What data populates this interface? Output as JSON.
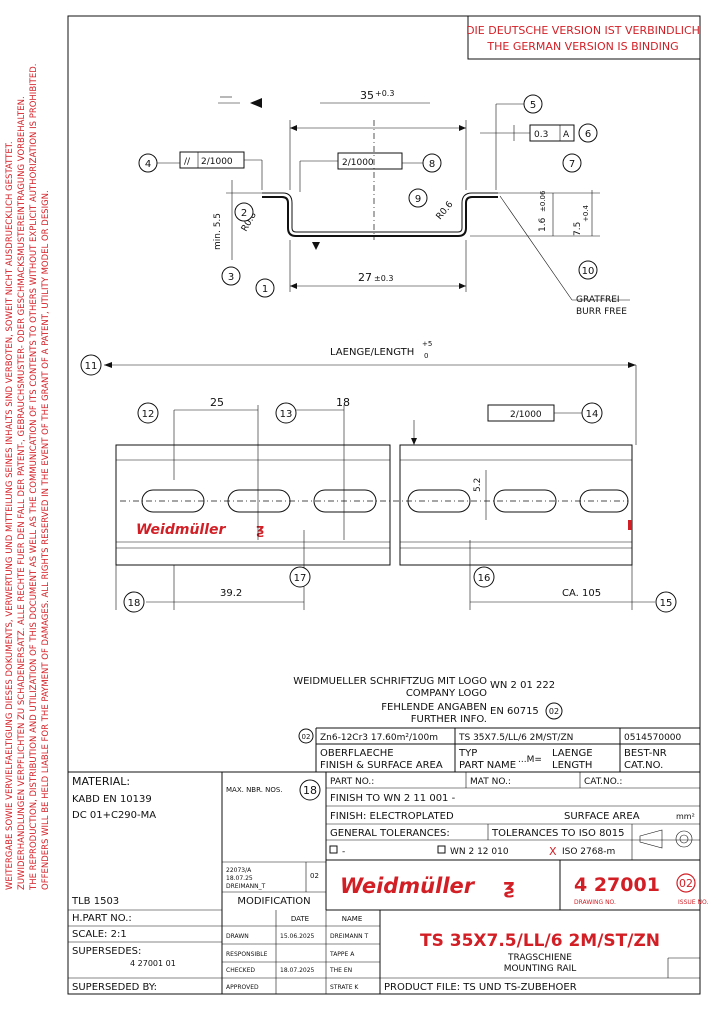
{
  "side_notice": {
    "col1": "WEITERGABE SOWIE VERVIELFAELTIGUNG DIESES DOKUMENTS, VERWERTUNG UND MITTEILUNG SEINES INHALTS SIND VERBOTEN, SOWEIT NICHT AUSDRUECKLICH GESTATTET.",
    "col2": "ZUWIDERHANDLUNGEN VERPFLICHTEN ZU SCHADENERSATZ. ALLE RECHTE FUER DEN FALL DER PATENT-, GEBRAUCHSMUSTER- ODER GESCHMACKSMUSTEREINTRAGUNG VORBEHALTEN.",
    "col3": "THE REPRODUCTION, DISTRIBUTION AND UTILIZATION OF THIS DOCUMENT AS WELL AS THE COMMUNICATION OF ITS CONTENTS TO OTHERS WITHOUT EXPLICIT AUTHORIZATION IS PROHIBITED.",
    "col4": "OFFENDERS WILL BE HELD LIABLE FOR THE PAYMENT OF DAMAGES. ALL RIGHTS RESERVED IN THE EVENT OF THE GRANT OF A PATENT, UTILITY MODEL OR DESIGN."
  },
  "binding_notice": {
    "line1": "DIE DEUTSCHE VERSION IST VERBINDLICH",
    "line2": "THE GERMAN VERSION IS BINDING"
  },
  "profile_view": {
    "dim_width": "35",
    "dim_width_tol": "+0.3",
    "dim_inner": "27",
    "dim_inner_tol": "±0.3",
    "dim_height": "7.5",
    "dim_height_tol": "+0.4",
    "dim_flange": "1.6",
    "dim_flange_tol": "±0.06",
    "dim_min_width": "min. 5.5",
    "radius1": "R0.8",
    "radius2": "R0.6",
    "flatness": "2/1000",
    "straightness": "2/1000",
    "tolerance_frame": "0.3",
    "datum": "A",
    "burr": "GRATFREI",
    "burr_en": "BURR FREE",
    "bubbles": [
      "1",
      "2",
      "3",
      "4",
      "5",
      "6",
      "7",
      "8",
      "9",
      "10"
    ]
  },
  "rail_view": {
    "length_label": "LAENGE/LENGTH",
    "length_tol": "+5",
    "length_tol_low": "0",
    "dim_25": "25",
    "dim_18": "18",
    "dim_slot": "5.2",
    "dim_left": "39.2",
    "dim_right": "CA. 105",
    "flatness": "2/1000",
    "logo": "Weidmüller",
    "bubbles": [
      "11",
      "12",
      "13",
      "14",
      "15",
      "16",
      "17",
      "18"
    ]
  },
  "logo_notes": {
    "line1": "WEIDMUELLER SCHRIFTZUG MIT LOGO",
    "line2": "COMPANY LOGO",
    "line2_ref": "WN 2 01 222",
    "line3": "FEHLENDE ANGABEN",
    "line4": "FURTHER INFO.",
    "line4_ref": "EN 60715",
    "line4_bubble": "02"
  },
  "part_table": {
    "rev": "02",
    "finish": "Zn6-12Cr3 17.60m²/100m",
    "name": "TS 35X7.5/LL/6 2M/ST/ZN",
    "cat_no": "0514570000",
    "h_finish_de": "OBERFLAECHE",
    "h_finish_en": "FINISH & SURFACE AREA",
    "h_type_de": "TYP",
    "h_type_en": "PART NAME",
    "h_dots": "...M=",
    "h_length_de": "LAENGE",
    "h_length_en": "LENGTH",
    "h_cat_de": "BEST-NR",
    "h_cat_en": "CAT.NO."
  },
  "title_block": {
    "material_label": "MATERIAL:",
    "material1": "KABD EN 10139",
    "material2": "DC 01+C290-MA",
    "max_nbr": "MAX. NBR. NOS.",
    "max_nbr_bubble": "18",
    "part_no": "PART NO.:",
    "mat_no": "MAT NO.:",
    "cat_no_lbl": "CAT.NO.:",
    "finish_to": "FINISH TO WN 2 11 001 -",
    "finish": "FINISH: ELECTROPLATED",
    "surface_area": "SURFACE AREA",
    "surface_unit": "mm²",
    "general_tol": "GENERAL TOLERANCES:",
    "tol_iso": "TOLERANCES TO ISO 8015",
    "tol_opt1": "-",
    "tol_opt2": "WN 2 12 010",
    "tol_opt3": "ISO 2768-m",
    "mod_code": "22073/A",
    "mod_date": "18.07.25",
    "mod_by": "DREIMANN_T",
    "mod_rev": "02",
    "modification": "MODIFICATION",
    "tlb": "TLB 1503",
    "hpart": "H.PART NO.:",
    "scale": "SCALE: 2:1",
    "supersedes": "SUPERSEDES:",
    "supersedes_val": "4 27001 01",
    "superseded_by": "SUPERSEDED BY:",
    "date_hdr": "DATE",
    "name_hdr": "NAME",
    "drawn": "DRAWN",
    "drawn_date": "15.06.2025",
    "drawn_name": "DREIMANN T",
    "responsible": "RESPONSIBLE",
    "responsible_name": "TAPPE A",
    "checked": "CHECKED",
    "checked_date": "18.07.2025",
    "checked_name": "THE EN",
    "approved": "APPROVED",
    "approved_name": "STRATE K",
    "logo": "Weidmüller",
    "drawing_no": "4 27001",
    "drawing_no_lbl": "DRAWING NO.",
    "issue": "02",
    "issue_lbl": "ISSUE NO.",
    "title": "TS 35X7.5/LL/6 2M/ST/ZN",
    "subtitle_de": "TRAGSCHIENE",
    "subtitle_en": "MOUNTING RAIL",
    "product_file": "PRODUCT FILE: TS UND TS-ZUBEHOER"
  },
  "colors": {
    "accent": "#d21f26",
    "ink": "#111111"
  }
}
